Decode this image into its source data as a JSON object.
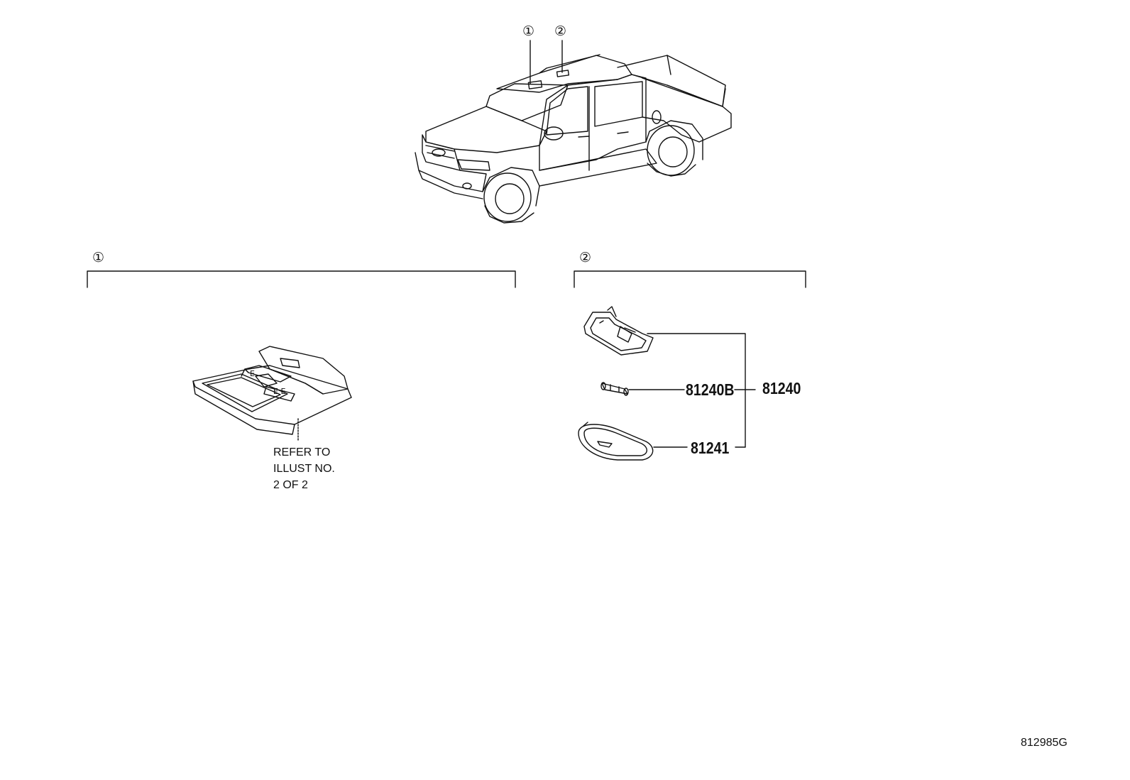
{
  "callouts": {
    "one": "①",
    "two": "②"
  },
  "section_one": {
    "marker": "①",
    "note_line1": "REFER TO",
    "note_line2": "ILLUST NO.",
    "note_line3": "2 OF 2"
  },
  "section_two": {
    "marker": "②",
    "parts": {
      "assembly": "81240",
      "bulb": "81240B",
      "lens": "81241"
    }
  },
  "figure_id": "812985G"
}
